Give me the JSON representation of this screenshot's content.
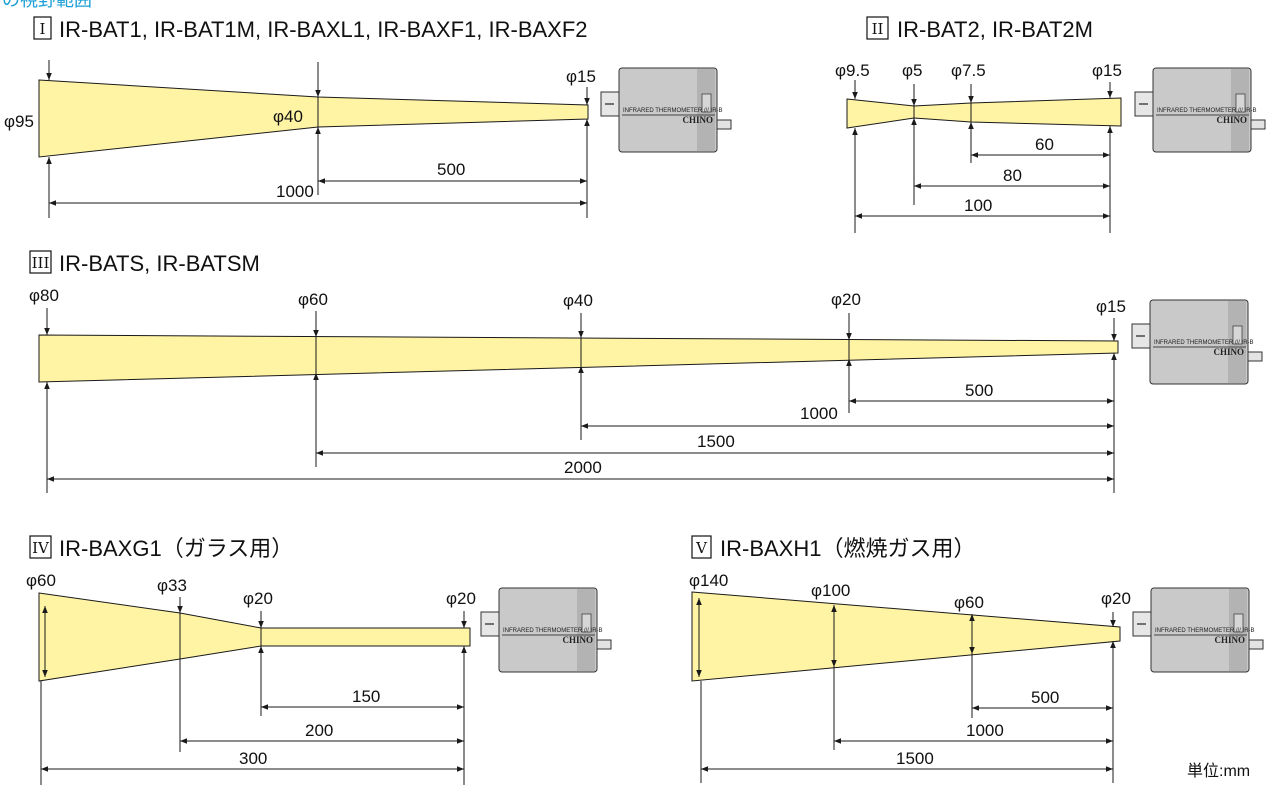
{
  "header_fragment": "の視野範囲",
  "colors": {
    "beam": "#fff3a4",
    "line": "#1a1a1a",
    "header": "#1a9fd6",
    "camera": "#c9c9c9"
  },
  "camera_labels": {
    "model": "INFRARED THERMOMETER /// IR-B",
    "brand": "CHINO"
  },
  "unit_label": "単位:mm",
  "diagrams": [
    {
      "numeral": "I",
      "title": "IR-BAT1, IR-BAT1M, IR-BAXL1, IR-BAXF1, IR-BAXF2",
      "diameters": [
        {
          "label": "φ95",
          "value": 95,
          "position": 1000
        },
        {
          "label": "φ40",
          "value": 40,
          "position": 500
        },
        {
          "label": "φ15",
          "value": 15,
          "position": 0
        }
      ],
      "distances": [
        {
          "label": "500",
          "value": 500
        },
        {
          "label": "1000",
          "value": 1000
        }
      ]
    },
    {
      "numeral": "II",
      "title": "IR-BAT2, IR-BAT2M",
      "diameters": [
        {
          "label": "φ9.5",
          "value": 9.5,
          "position": 100
        },
        {
          "label": "φ5",
          "value": 5,
          "position": 80
        },
        {
          "label": "φ7.5",
          "value": 7.5,
          "position": 60
        },
        {
          "label": "φ15",
          "value": 15,
          "position": 0
        }
      ],
      "distances": [
        {
          "label": "60",
          "value": 60
        },
        {
          "label": "80",
          "value": 80
        },
        {
          "label": "100",
          "value": 100
        }
      ]
    },
    {
      "numeral": "III",
      "title": "IR-BATS, IR-BATSM",
      "diameters": [
        {
          "label": "φ80",
          "value": 80,
          "position": 2000
        },
        {
          "label": "φ60",
          "value": 60,
          "position": 1500
        },
        {
          "label": "φ40",
          "value": 40,
          "position": 1000
        },
        {
          "label": "φ20",
          "value": 20,
          "position": 500
        },
        {
          "label": "φ15",
          "value": 15,
          "position": 0
        }
      ],
      "distances": [
        {
          "label": "500",
          "value": 500
        },
        {
          "label": "1000",
          "value": 1000
        },
        {
          "label": "1500",
          "value": 1500
        },
        {
          "label": "2000",
          "value": 2000
        }
      ]
    },
    {
      "numeral": "IV",
      "title": "IR-BAXG1（ガラス用）",
      "diameters": [
        {
          "label": "φ60",
          "value": 60,
          "position": 300
        },
        {
          "label": "φ33",
          "value": 33,
          "position": 200
        },
        {
          "label": "φ20",
          "value": 20,
          "position": 150
        },
        {
          "label": "φ20",
          "value": 20,
          "position": 0
        }
      ],
      "distances": [
        {
          "label": "150",
          "value": 150
        },
        {
          "label": "200",
          "value": 200
        },
        {
          "label": "300",
          "value": 300
        }
      ]
    },
    {
      "numeral": "V",
      "title": "IR-BAXH1（燃焼ガス用）",
      "diameters": [
        {
          "label": "φ140",
          "value": 140,
          "position": 1500
        },
        {
          "label": "φ100",
          "value": 100,
          "position": 1000
        },
        {
          "label": "φ60",
          "value": 60,
          "position": 500
        },
        {
          "label": "φ20",
          "value": 20,
          "position": 0
        }
      ],
      "distances": [
        {
          "label": "500",
          "value": 500
        },
        {
          "label": "1000",
          "value": 1000
        },
        {
          "label": "1500",
          "value": 1500
        }
      ]
    }
  ]
}
